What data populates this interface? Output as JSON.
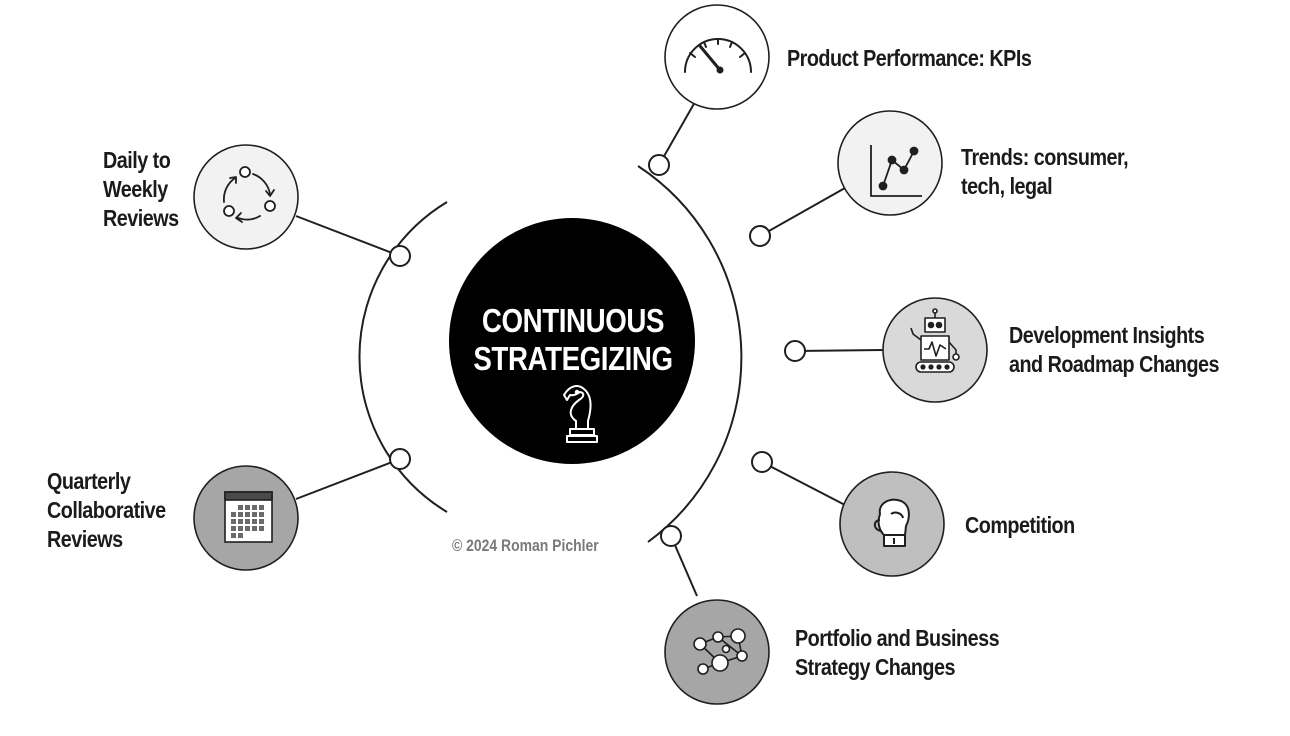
{
  "center": {
    "title_line1": "CONTINUOUS",
    "title_line2": "STRATEGIZING",
    "icon": "chess-knight-icon"
  },
  "left_items": [
    {
      "lines": [
        "Daily to",
        "Weekly",
        "Reviews"
      ],
      "icon": "cycle-arrows-icon",
      "fill": "#f2f2f2"
    },
    {
      "lines": [
        "Quarterly",
        "Collaborative",
        "Reviews"
      ],
      "icon": "calendar-icon",
      "fill": "#a6a6a6"
    }
  ],
  "right_items": [
    {
      "lines": [
        "Product Performance: KPIs"
      ],
      "icon": "speedometer-icon",
      "fill": "#ffffff"
    },
    {
      "lines": [
        "Trends: consumer,",
        "tech, legal"
      ],
      "icon": "line-graph-icon",
      "fill": "#f2f2f2"
    },
    {
      "lines": [
        "Development Insights",
        "and Roadmap Changes"
      ],
      "icon": "robot-icon",
      "fill": "#d9d9d9"
    },
    {
      "lines": [
        "Competition"
      ],
      "icon": "boxing-glove-icon",
      "fill": "#bfbfbf"
    },
    {
      "lines": [
        "Portfolio and Business",
        "Strategy Changes"
      ],
      "icon": "network-nodes-icon",
      "fill": "#a6a6a6"
    }
  ],
  "copyright": "© 2024 Roman Pichler"
}
